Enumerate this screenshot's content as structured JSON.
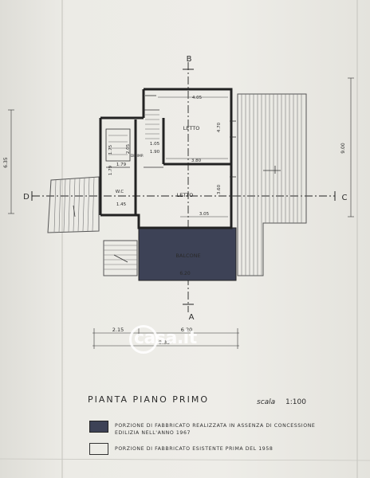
{
  "plan": {
    "labels": {
      "b": "B",
      "a": "A",
      "c": "C",
      "d": "D",
      "letto_top": "LETTO",
      "letto_mid": "LETTO",
      "balcone": "BALCONE",
      "wc": "W.C",
      "disimp": "DISIMP."
    },
    "dims": {
      "top": "4.05",
      "right_top": "4.70",
      "mid": "3.80",
      "right_mid": "3.60",
      "lower": "3.05",
      "balcone": "6.20",
      "wc_w": "1.79",
      "wc_h": "1.45",
      "small1": "2.05",
      "small2": "1.75",
      "small3": "1.79",
      "d1": "1.05",
      "d2": "1.90",
      "left_total": "6.35",
      "right_total": "9.00",
      "bottom_a": "2.15",
      "bottom_b": "6.20",
      "bottom_total": "8.35"
    }
  },
  "title": "PIANTA  PIANO     PRIMO",
  "scale_label": "scala",
  "scale_value": "1:100",
  "legend": {
    "hatched": "PORZIONE DI FABBRICATO REALIZZATA IN ASSENZA DI CONCESSIONE EDILIZIA NELL'ANNO 1967",
    "empty": "PORZIONE DI FABBRICATO ESISTENTE PRIMA DEL 1958"
  },
  "watermark": "casa.it"
}
